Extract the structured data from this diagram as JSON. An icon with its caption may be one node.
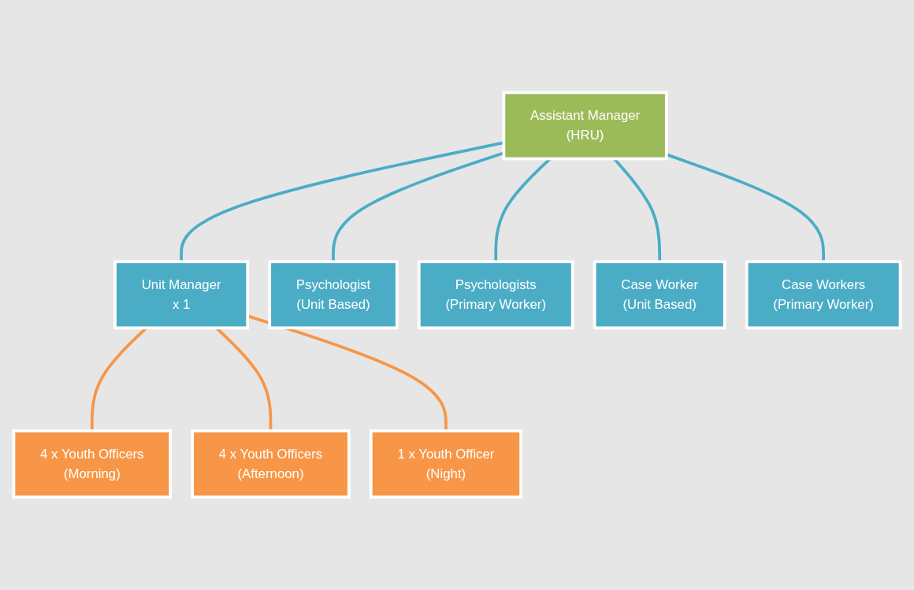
{
  "diagram": {
    "nodes": [
      {
        "text": [
          "Assistant Manager",
          "(HRU)"
        ]
      },
      {
        "text": [
          "Unit Manager",
          "x 1"
        ]
      },
      {
        "text": [
          "Psychologist",
          "(Unit Based)"
        ]
      },
      {
        "text": [
          "Psychologists",
          "(Primary Worker)"
        ]
      },
      {
        "text": [
          "Case Worker",
          "(Unit Based)"
        ]
      },
      {
        "text": [
          "Case Workers",
          "(Primary Worker)"
        ]
      },
      {
        "text": [
          "4 x Youth Officers",
          "(Morning)"
        ]
      },
      {
        "text": [
          "4 x Youth Officers",
          "(Afternoon)"
        ]
      },
      {
        "text": [
          "1 x Youth Officer",
          "(Night)"
        ]
      }
    ],
    "edges": [
      {
        "from": 0,
        "to": 1,
        "arrow": "none"
      },
      {
        "from": 0,
        "to": 2,
        "arrow": "none"
      },
      {
        "from": 0,
        "to": 3,
        "arrow": "none"
      },
      {
        "from": 0,
        "to": 4,
        "arrow": "none"
      },
      {
        "from": 0,
        "to": 5,
        "arrow": "none"
      },
      {
        "from": 1,
        "to": 6,
        "arrow": "none",
        "color": "#f79646"
      },
      {
        "from": 1,
        "to": 7,
        "arrow": "none",
        "color": "#f79646"
      },
      {
        "from": 1,
        "to": 8,
        "arrow": "none",
        "color": "#f79646"
      }
    ]
  }
}
